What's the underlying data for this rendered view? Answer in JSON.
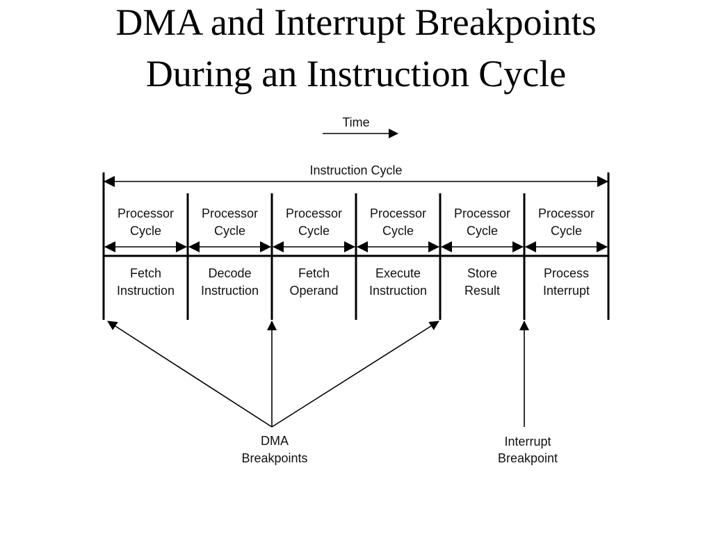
{
  "title": {
    "line1": "DMA and Interrupt Breakpoints",
    "line2": "During an Instruction Cycle"
  },
  "diagram": {
    "time_label": "Time",
    "instruction_cycle_label": "Instruction Cycle",
    "stages": [
      {
        "cycle_line1": "Processor",
        "cycle_line2": "Cycle",
        "stage_line1": "Fetch",
        "stage_line2": "Instruction"
      },
      {
        "cycle_line1": "Processor",
        "cycle_line2": "Cycle",
        "stage_line1": "Decode",
        "stage_line2": "Instruction"
      },
      {
        "cycle_line1": "Processor",
        "cycle_line2": "Cycle",
        "stage_line1": "Fetch",
        "stage_line2": "Operand"
      },
      {
        "cycle_line1": "Processor",
        "cycle_line2": "Cycle",
        "stage_line1": "Execute",
        "stage_line2": "Instruction"
      },
      {
        "cycle_line1": "Processor",
        "cycle_line2": "Cycle",
        "stage_line1": "Store",
        "stage_line2": "Result"
      },
      {
        "cycle_line1": "Processor",
        "cycle_line2": "Cycle",
        "stage_line1": "Process",
        "stage_line2": "Interrupt"
      }
    ],
    "dma": {
      "line1": "DMA",
      "line2": "Breakpoints",
      "targets": [
        0,
        2,
        4
      ]
    },
    "interrupt": {
      "line1": "Interrupt",
      "line2": "Breakpoint",
      "target": 5
    }
  }
}
